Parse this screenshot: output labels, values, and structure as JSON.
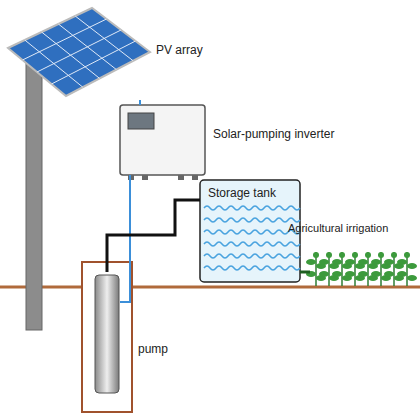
{
  "diagram": {
    "nodes": [
      {
        "text": [
          "PV array"
        ]
      },
      {
        "text": [
          "Solar-pumping inverter"
        ]
      },
      {
        "text": [
          "Storage tank"
        ]
      },
      {
        "text": [
          "pump"
        ]
      },
      {
        "text": [
          "Agricultural irrigation"
        ]
      }
    ],
    "edges": [
      {
        "from": 0,
        "to": 1,
        "arrow": "none"
      },
      {
        "from": 1,
        "to": 3,
        "arrow": "none"
      },
      {
        "from": 3,
        "to": 2,
        "arrow": "none"
      },
      {
        "from": 2,
        "to": 4,
        "arrow": "none"
      }
    ]
  }
}
